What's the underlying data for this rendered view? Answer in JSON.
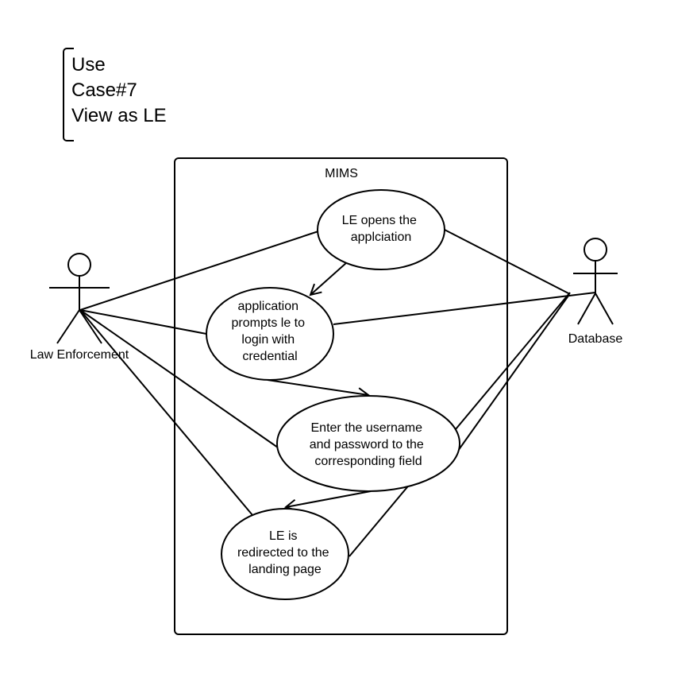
{
  "note": {
    "lines": [
      "Use",
      "Case#7",
      "View as LE"
    ]
  },
  "system": {
    "title": "MIMS"
  },
  "actors": {
    "law_enforcement": "Law Enforcement",
    "database": "Database"
  },
  "use_cases": [
    {
      "lines": [
        "LE opens the",
        "applciation"
      ]
    },
    {
      "lines": [
        "application",
        "prompts le to",
        "login with",
        "credential"
      ]
    },
    {
      "lines": [
        "Enter the username",
        "and password to the",
        "corresponding field"
      ]
    },
    {
      "lines": [
        "LE is",
        "redirected to the",
        "landing page"
      ]
    }
  ]
}
